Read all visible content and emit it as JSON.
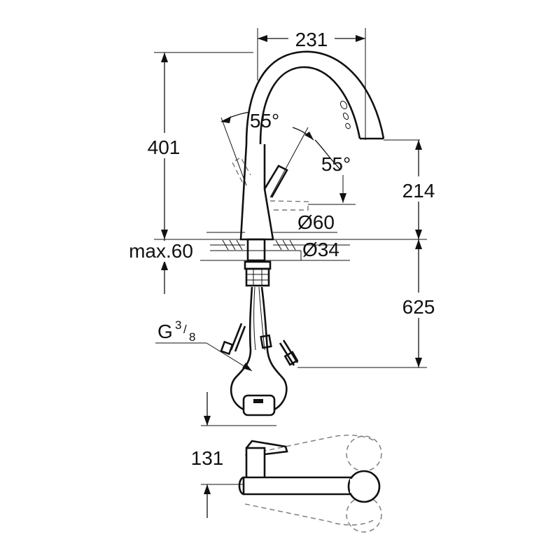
{
  "dimensions": {
    "reach": "231",
    "height": "401",
    "angle_left": "55°",
    "angle_right": "55°",
    "spout_height": "214",
    "base_diameter": "Ø60",
    "hole_diameter": "Ø34",
    "max_thickness": "max.60",
    "hose_length": "625",
    "thread_main": "G",
    "thread_num": "3",
    "thread_den": "8",
    "plan_depth": "131"
  }
}
